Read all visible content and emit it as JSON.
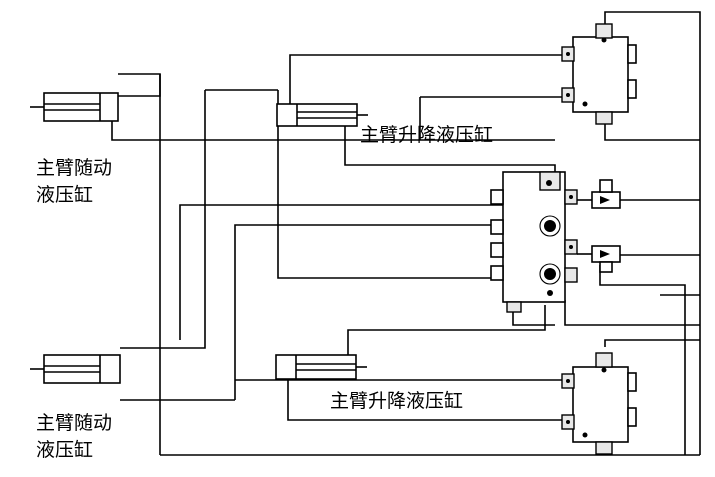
{
  "labels": {
    "follow_cylinder_top_line1": "主臂随动",
    "follow_cylinder_top_line2": "液压缸",
    "follow_cylinder_bottom_line1": "主臂随动",
    "follow_cylinder_bottom_line2": "液压缸",
    "lift_cylinder_top": "主臂升降液压缸",
    "lift_cylinder_bottom": "主臂升降液压缸"
  },
  "colors": {
    "line": "#000000",
    "background": "#ffffff"
  }
}
